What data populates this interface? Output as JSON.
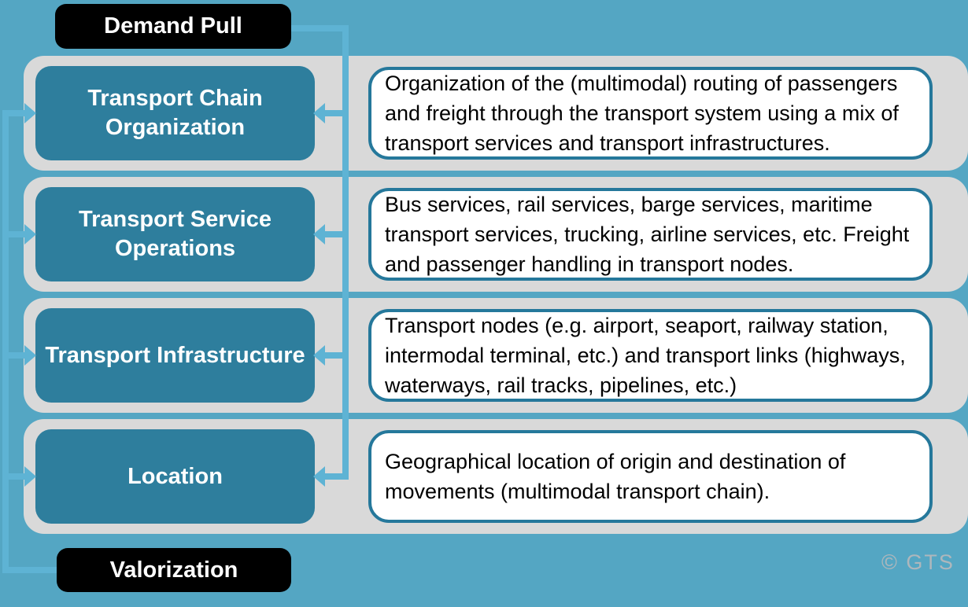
{
  "title": "Transport layers diagram",
  "top_label": "Demand Pull",
  "bottom_label": "Valorization",
  "watermark": "© GTS",
  "colors": {
    "background": "#54A6C3",
    "connector_line": "#5EB3D4",
    "row_panel": "#D9D9D9",
    "layer_box_fill": "#2E7E9D",
    "description_border": "#25789B",
    "label_background": "#000000",
    "label_text": "#FFFFFF",
    "description_text": "#000000",
    "watermark_text": "#AEB7BC"
  },
  "rows": [
    {
      "title": "Transport Chain Organization",
      "description": "Organization of the (multimodal) routing of passengers and freight through the transport system using a mix of transport services and transport infrastructures."
    },
    {
      "title": "Transport Service Operations",
      "description": "Bus services, rail services, barge services, maritime transport services, trucking, airline services, etc. Freight and passenger handling in transport nodes."
    },
    {
      "title": "Transport Infrastructure",
      "description": "Transport nodes (e.g. airport, seaport, railway station, intermodal terminal, etc.) and transport links (highways, waterways, rail tracks, pipelines, etc.)"
    },
    {
      "title": "Location",
      "description": "Geographical location of origin and destination of movements (multimodal transport chain)."
    }
  ]
}
